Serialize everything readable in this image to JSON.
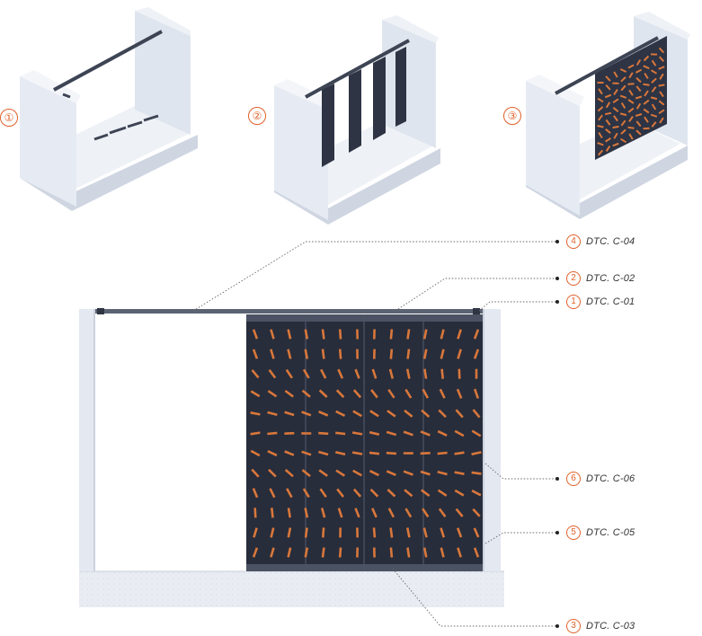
{
  "colors": {
    "wall": "#e4e9f2",
    "wall_shadow": "#c9d1de",
    "wall_dark": "#b7c1d1",
    "panel": "#2b3140",
    "panel_edge": "#4a5263",
    "fin": "#d9773b",
    "rail": "#5a6272",
    "accent": "#e0602a",
    "leader": "#555555"
  },
  "steps": [
    {
      "label": "①",
      "icon": "step-one-icon"
    },
    {
      "label": "②",
      "icon": "step-two-icon"
    },
    {
      "label": "③",
      "icon": "step-three-icon"
    }
  ],
  "callouts": [
    {
      "num": "4",
      "code": "DTC. C-04"
    },
    {
      "num": "2",
      "code": "DTC. C-02"
    },
    {
      "num": "1",
      "code": "DTC. C-01"
    },
    {
      "num": "6",
      "code": "DTC. C-06"
    },
    {
      "num": "5",
      "code": "DTC. C-05"
    },
    {
      "num": "3",
      "code": "DTC. C-03"
    }
  ]
}
